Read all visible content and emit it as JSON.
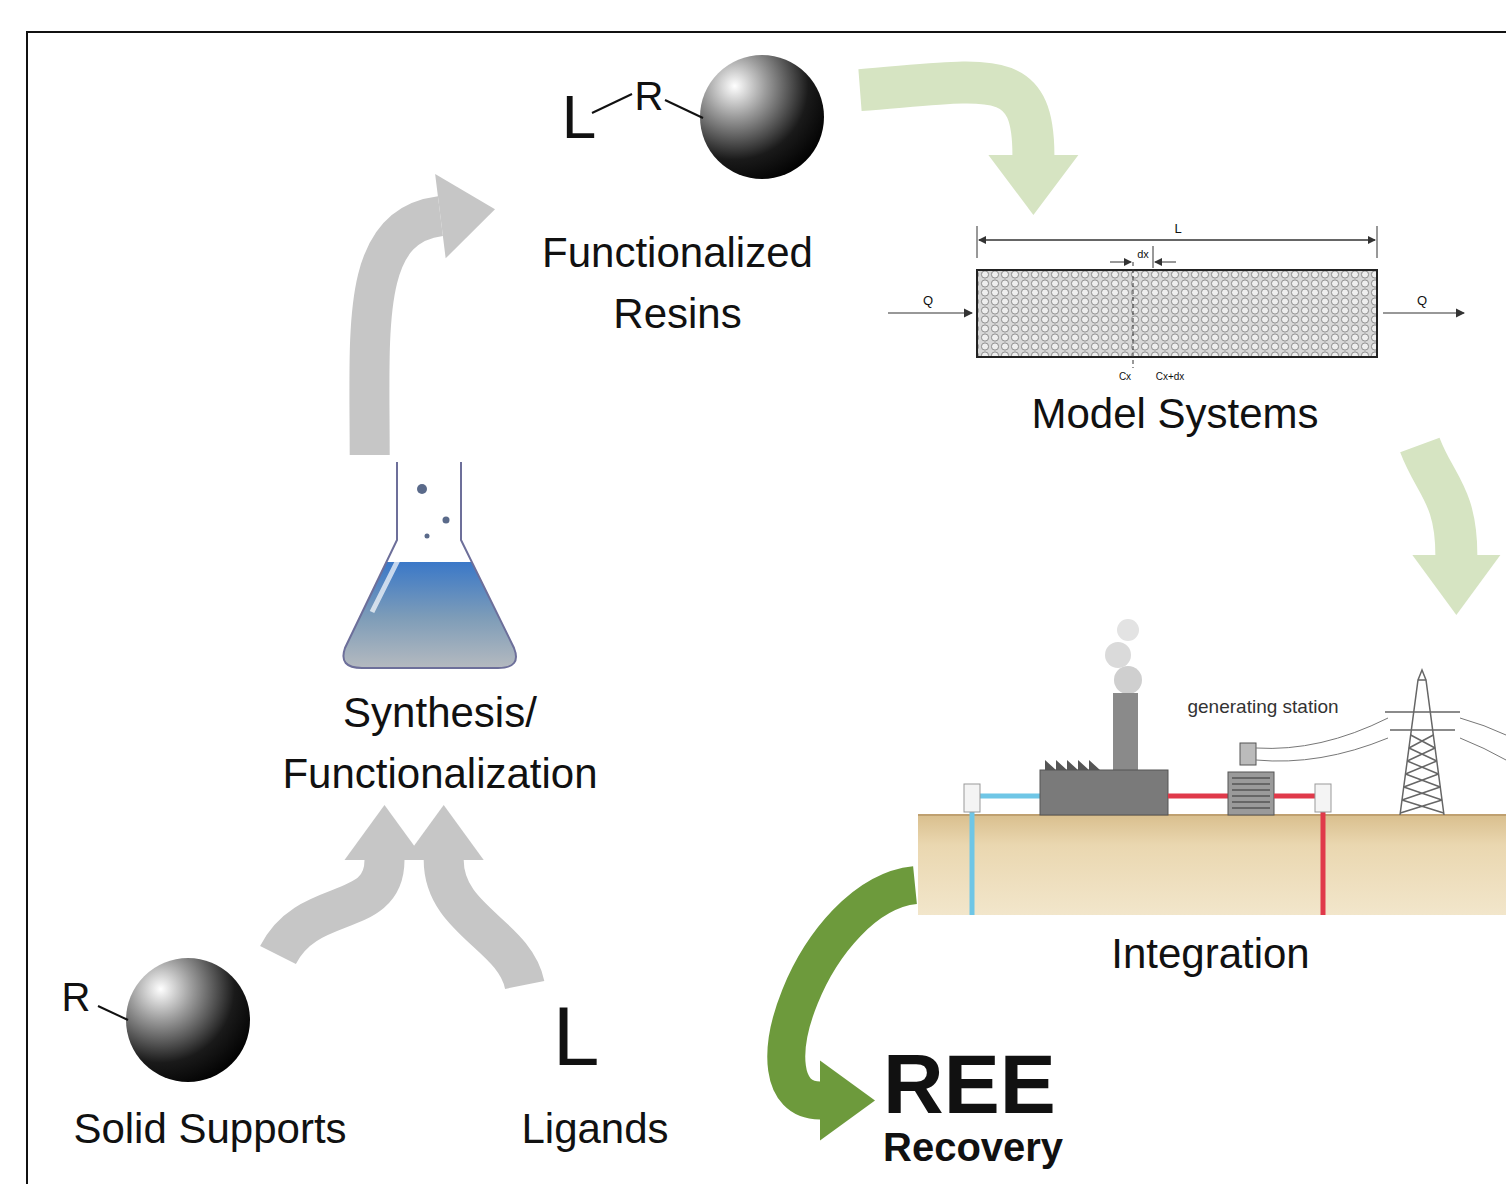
{
  "diagram": {
    "nodes": [
      {
        "text": [
          "Functionalized Resins"
        ]
      },
      {
        "text": [
          "Model Systems"
        ]
      },
      {
        "text": [
          "Synthesis/ Functionalization"
        ]
      },
      {
        "text": [
          "Integration"
        ]
      },
      {
        "text": [
          "Solid Supports"
        ]
      },
      {
        "text": [
          "Ligands"
        ]
      },
      {
        "text": [
          "REE",
          "Recovery"
        ]
      }
    ],
    "edges": [
      {
        "from": 4,
        "to": 2,
        "arrow": "to"
      },
      {
        "from": 5,
        "to": 2,
        "arrow": "to"
      },
      {
        "from": 2,
        "to": 0,
        "arrow": "to"
      },
      {
        "from": 0,
        "to": 1,
        "arrow": "to"
      },
      {
        "from": 1,
        "to": 3,
        "arrow": "to"
      },
      {
        "from": 3,
        "to": 6,
        "arrow": "to"
      }
    ],
    "labels": [
      "L",
      "R",
      "Q",
      "Q",
      "L",
      "dx",
      "Cx",
      "Cx+dx",
      "generating station",
      "R",
      "L"
    ]
  }
}
